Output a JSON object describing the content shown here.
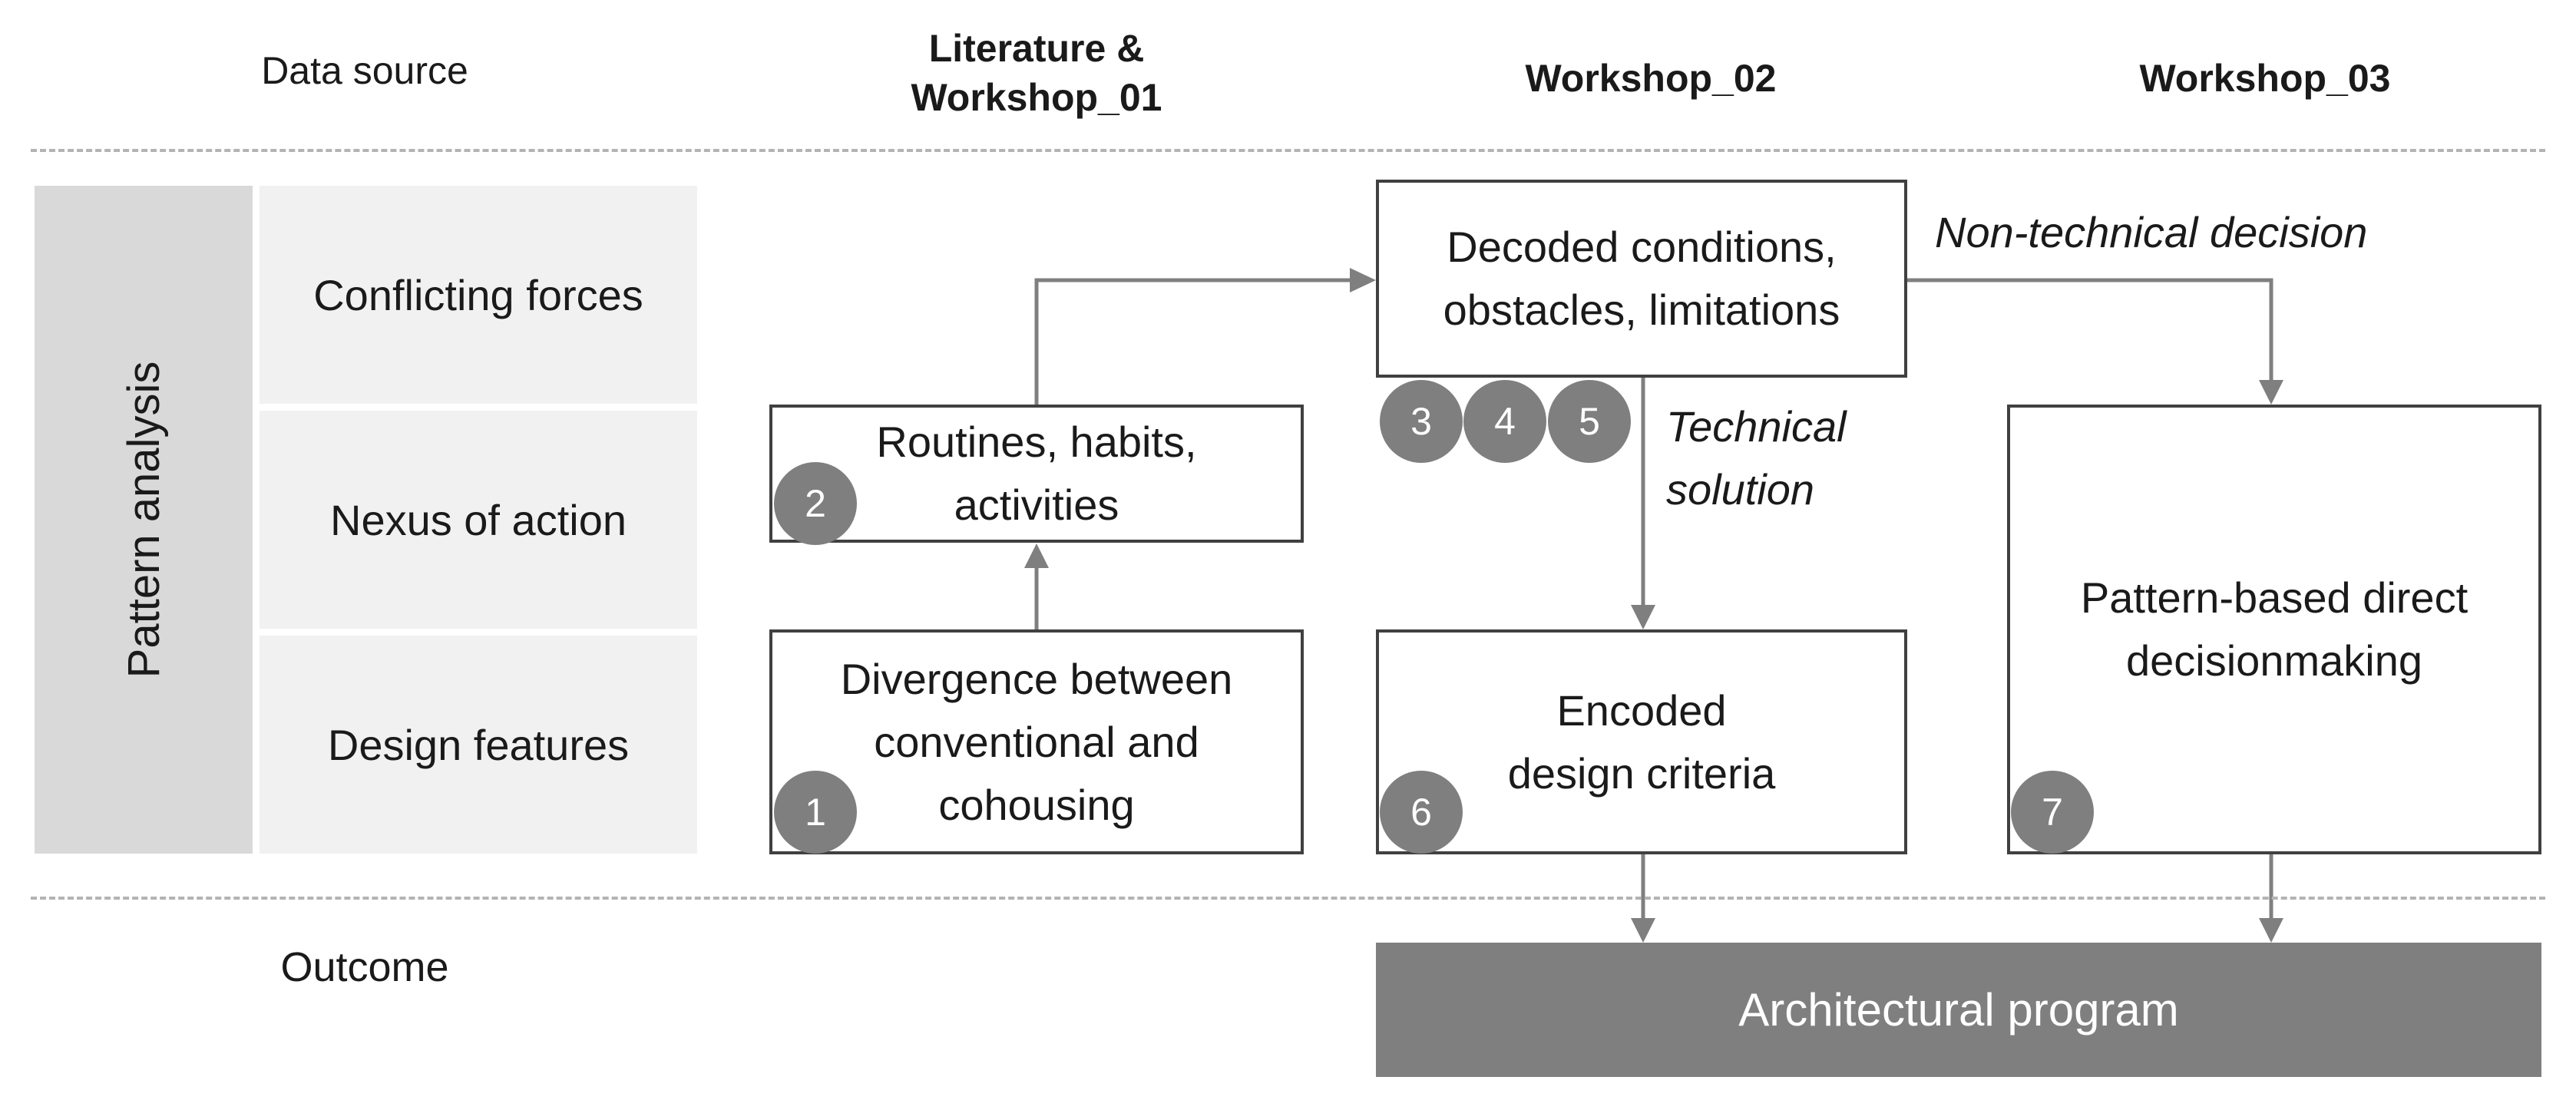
{
  "headers": {
    "data_source": "Data source",
    "col1": "Literature & Workshop_01",
    "col2": "Workshop_02",
    "col3": "Workshop_03"
  },
  "side_label": "Pattern analysis",
  "rows": [
    "Conflicting forces",
    "Nexus of action",
    "Design features"
  ],
  "boxes": {
    "divergence": "Divergence between conventional and cohousing",
    "routines": "Routines, habits, activities",
    "decoded": "Decoded conditions, obstacles, limitations",
    "encoded": "Encoded design criteria",
    "pattern_based": "Pattern-based direct decisionmaking"
  },
  "badges": [
    "1",
    "2",
    "3",
    "4",
    "5",
    "6",
    "7"
  ],
  "annotations": {
    "technical": "Technical solution",
    "non_technical": "Non-technical decision"
  },
  "outcome": {
    "label": "Outcome",
    "program": "Architectural program"
  },
  "colors": {
    "badge": "#7f7f7f",
    "row_label_bg": "#f1f1f1",
    "side_label_bg": "#d9d9d9",
    "program_bg": "#7f7f7f",
    "border": "#404040",
    "arrow": "#7f7f7f"
  }
}
